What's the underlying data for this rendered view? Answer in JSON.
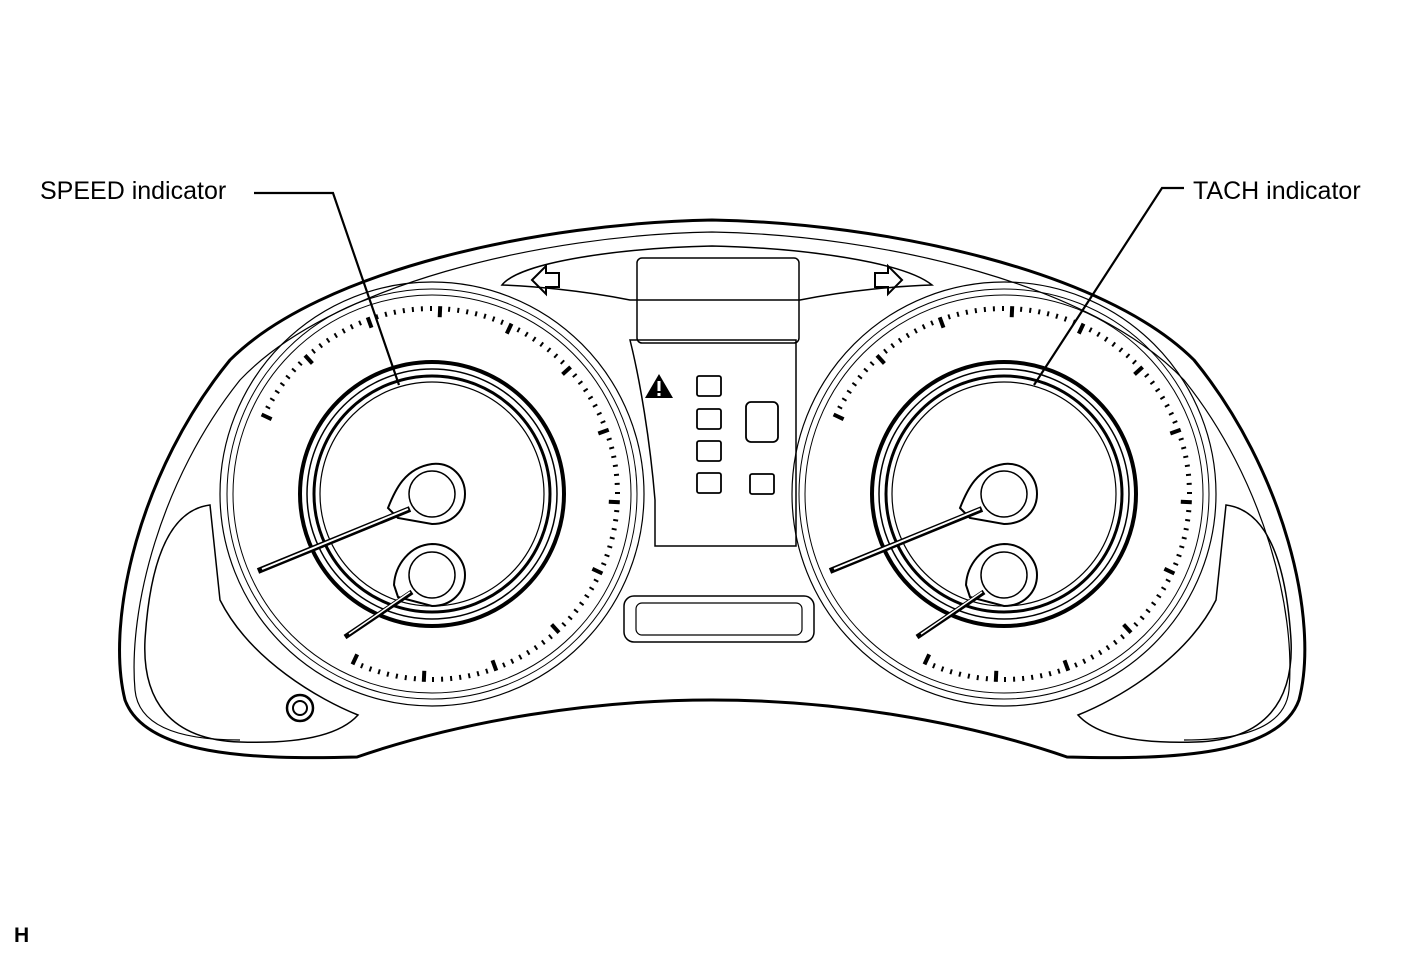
{
  "labels": {
    "speed_callout": "SPEED indicator",
    "tach_callout": "TACH indicator",
    "corner_mark": "H"
  },
  "colors": {
    "ink": "#000000",
    "paper": "#ffffff"
  },
  "icons": {
    "left_turn": "left-arrow-icon",
    "right_turn": "right-arrow-icon",
    "warning": "warning-triangle-icon"
  }
}
